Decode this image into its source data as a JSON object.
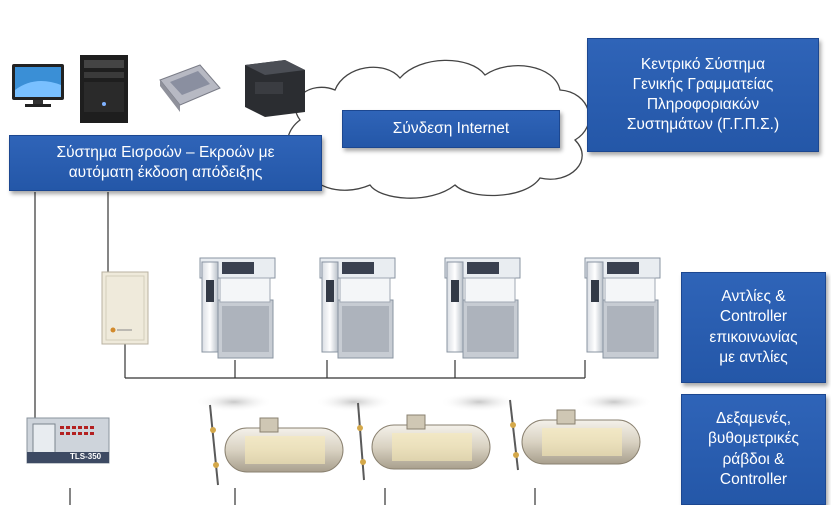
{
  "boxes": {
    "gsis": "Κεντρικό Σύστημα\nΓενικής Γραμματείας\nΠληροφοριακών\nΣυστημάτων (Γ.Γ.Π.Σ.)",
    "internet": "Σύνδεση Internet",
    "inout_system": "Σύστημα Εισροών – Εκροών με\nαυτόματη έκδοση απόδειξης",
    "pumps": "Αντλίες &\nController\nεπικοινωνίας\nμε αντλίες",
    "tanks": "Δεξαμενές,\nβυθομετρικές\nράβδοι &\nController"
  },
  "devices": {
    "tank_controller_label": "TLS-350"
  },
  "colors": {
    "box_fill": "#2a5caf",
    "box_border": "#1c4790",
    "line": "#333333"
  }
}
